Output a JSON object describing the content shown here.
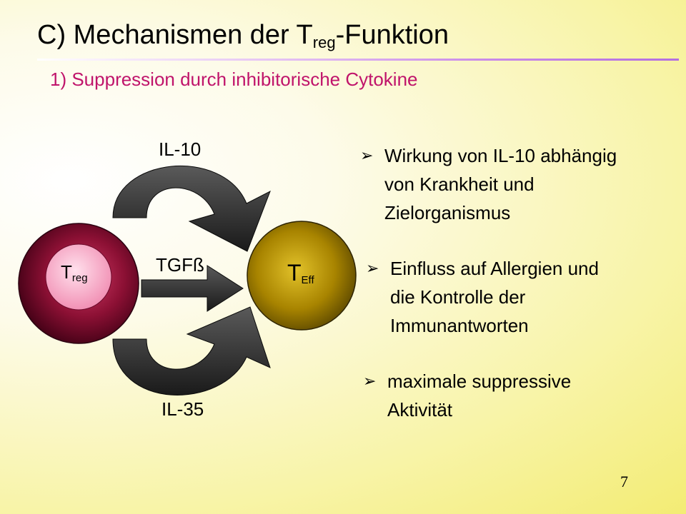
{
  "title": {
    "main": "C) Mechanismen der T",
    "sub": "reg",
    "suffix": "-Funktion"
  },
  "subtitle": "1) Suppression durch inhibitorische Cytokine",
  "diagram": {
    "treg": {
      "T": "T",
      "sub": "reg"
    },
    "teff": {
      "T": "T",
      "sub": "Eff"
    },
    "arrows": {
      "top": "IL-10",
      "middle": "TGFß",
      "bottom": "IL-35"
    }
  },
  "bullets": [
    {
      "mark": "➢",
      "lines": [
        "Wirkung von IL-10 abhängig",
        "von Krankheit und",
        "Zielorganismus"
      ]
    },
    {
      "mark": "➢",
      "lines": [
        "Einfluss auf Allergien und",
        "die Kontrolle der",
        "Immunantworten"
      ]
    },
    {
      "mark": "➢",
      "lines": [
        "maximale suppressive",
        "Aktivität"
      ]
    }
  ],
  "page_number": "7",
  "colors": {
    "title": "#000000",
    "subtitle": "#c0146b",
    "treg_outer": "#7a0a2a",
    "treg_inner": "#f7b0c8",
    "teff_outer": "#9a7a00",
    "arrow": "#3a3a3a"
  }
}
